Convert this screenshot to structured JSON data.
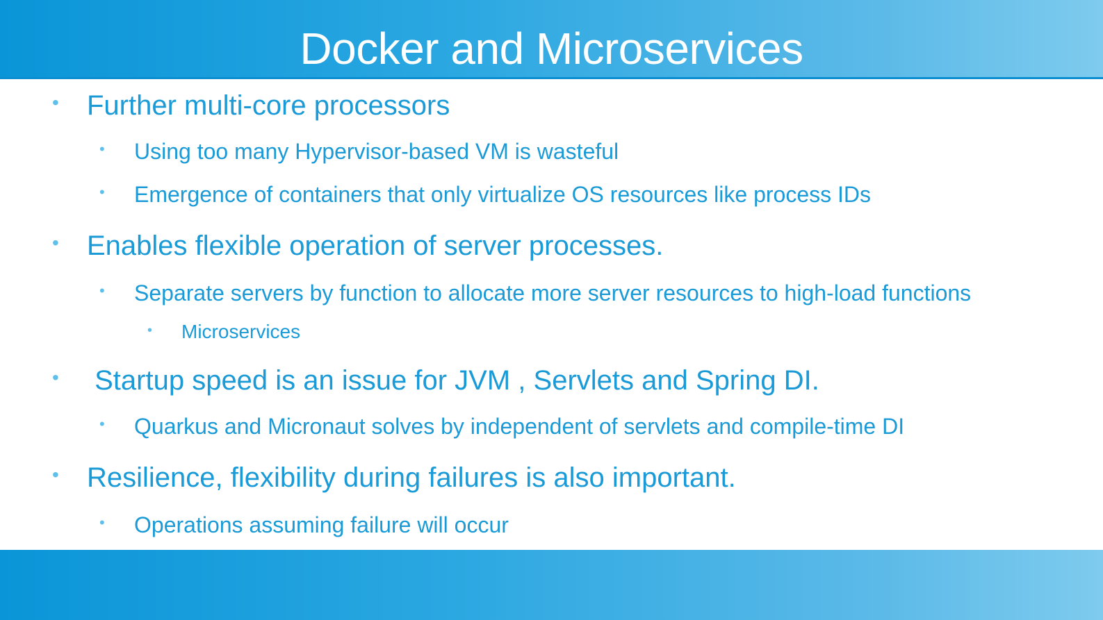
{
  "slide": {
    "title": "Docker and Microservices",
    "bullets": [
      {
        "level": 1,
        "text": "Further multi-core processors"
      },
      {
        "level": 2,
        "text": "Using too many Hypervisor-based VM is wasteful"
      },
      {
        "level": 2,
        "text": "Emergence of containers that only virtualize OS resources like process IDs"
      },
      {
        "level": 1,
        "text": "Enables flexible operation of server processes."
      },
      {
        "level": 2,
        "text": "Separate servers by function to allocate more server resources to high-load functions"
      },
      {
        "level": 3,
        "text": "Microservices"
      },
      {
        "level": 1,
        "text": " Startup speed is an issue for JVM , Servlets and Spring DI."
      },
      {
        "level": 2,
        "text": "Quarkus and Micronaut solves by independent of servlets and compile-time DI"
      },
      {
        "level": 1,
        "text": "Resilience, flexibility during failures is also important."
      },
      {
        "level": 2,
        "text": "Operations assuming failure will occur"
      }
    ],
    "bullet_glyph": "•",
    "colors": {
      "header_start": "#0a95d8",
      "header_end": "#7ecbee",
      "text": "#1a9ad6",
      "bullet": "#5ec0ea"
    }
  }
}
